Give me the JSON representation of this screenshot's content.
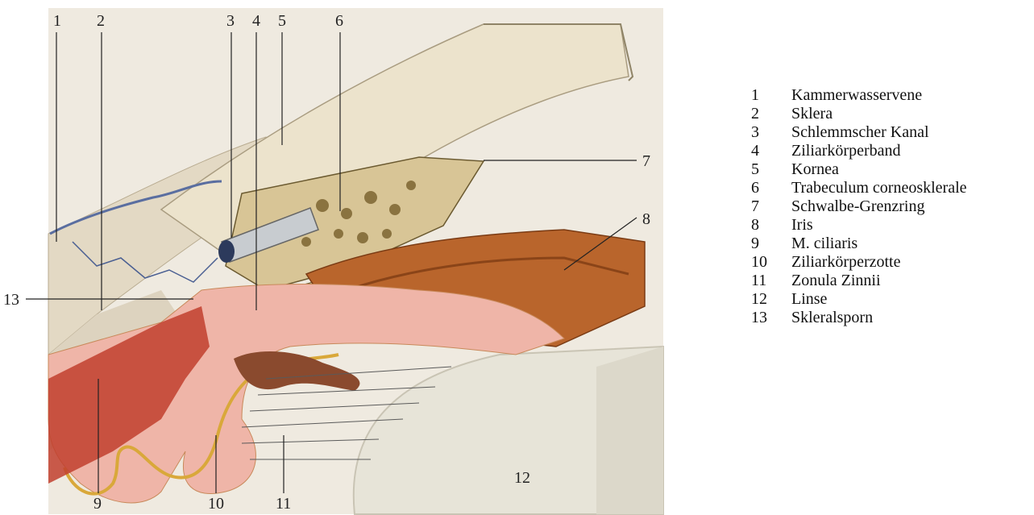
{
  "callouts": [
    {
      "id": "1",
      "label": "1"
    },
    {
      "id": "2",
      "label": "2"
    },
    {
      "id": "3",
      "label": "3"
    },
    {
      "id": "4",
      "label": "4"
    },
    {
      "id": "5",
      "label": "5"
    },
    {
      "id": "6",
      "label": "6"
    },
    {
      "id": "7",
      "label": "7"
    },
    {
      "id": "8",
      "label": "8"
    },
    {
      "id": "9",
      "label": "9"
    },
    {
      "id": "10",
      "label": "10"
    },
    {
      "id": "11",
      "label": "11"
    },
    {
      "id": "12",
      "label": "12"
    },
    {
      "id": "13",
      "label": "13"
    }
  ],
  "legend": [
    {
      "num": "1",
      "label": "Kammerwasservene"
    },
    {
      "num": "2",
      "label": "Sklera"
    },
    {
      "num": "3",
      "label": "Schlemmscher Kanal"
    },
    {
      "num": "4",
      "label": "Ziliarkörperband"
    },
    {
      "num": "5",
      "label": "Kornea"
    },
    {
      "num": "6",
      "label": "Trabeculum corneosklerale"
    },
    {
      "num": "7",
      "label": "Schwalbe-Grenzring"
    },
    {
      "num": "8",
      "label": "Iris"
    },
    {
      "num": "9",
      "label": "M. ciliaris"
    },
    {
      "num": "10",
      "label": "Ziliarkörperzotte"
    },
    {
      "num": "11",
      "label": "Zonula Zinnii"
    },
    {
      "num": "12",
      "label": "Linse"
    },
    {
      "num": "13",
      "label": "Skleralsporn"
    }
  ],
  "colors": {
    "background": "#efeae0",
    "sclera": "#e6dcc6",
    "cornea": "#ece3cc",
    "iris_brown": "#b9652c",
    "ciliary_pink": "#efb5a8",
    "muscle_red": "#c1402e",
    "lens": "#e8e5d9",
    "trabecular": "#d9c79a"
  }
}
